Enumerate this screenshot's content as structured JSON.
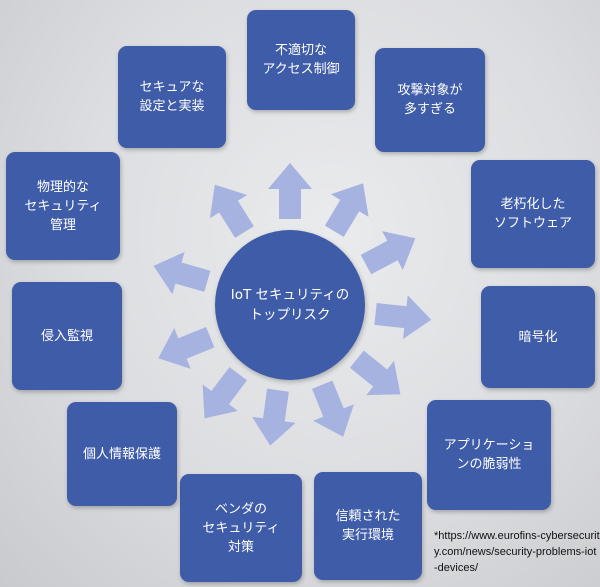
{
  "center": {
    "label": "IoT セキュリティの\nトップリスク"
  },
  "nodes": [
    {
      "label": "不適切な\nアクセス制御"
    },
    {
      "label": "攻撃対象が\n多すぎる"
    },
    {
      "label": "老朽化した\nソフトウェア"
    },
    {
      "label": "暗号化"
    },
    {
      "label": "アプリケーショ\nンの脆弱性"
    },
    {
      "label": "信頼された\n実行環境"
    },
    {
      "label": "ベンダの\nセキュリティ\n対策"
    },
    {
      "label": "個人情報保護"
    },
    {
      "label": "侵入監視"
    },
    {
      "label": "物理的な\nセキュリティ\n管理"
    },
    {
      "label": "セキュアな\n設定と実装"
    }
  ],
  "footnote": "*https://www.eurofins-cybersecurity.com/news/security-problems-iot-devices/",
  "colors": {
    "box": "#3f5ca8",
    "arrow": "#a6b3e0",
    "background": "#dcdde0"
  }
}
